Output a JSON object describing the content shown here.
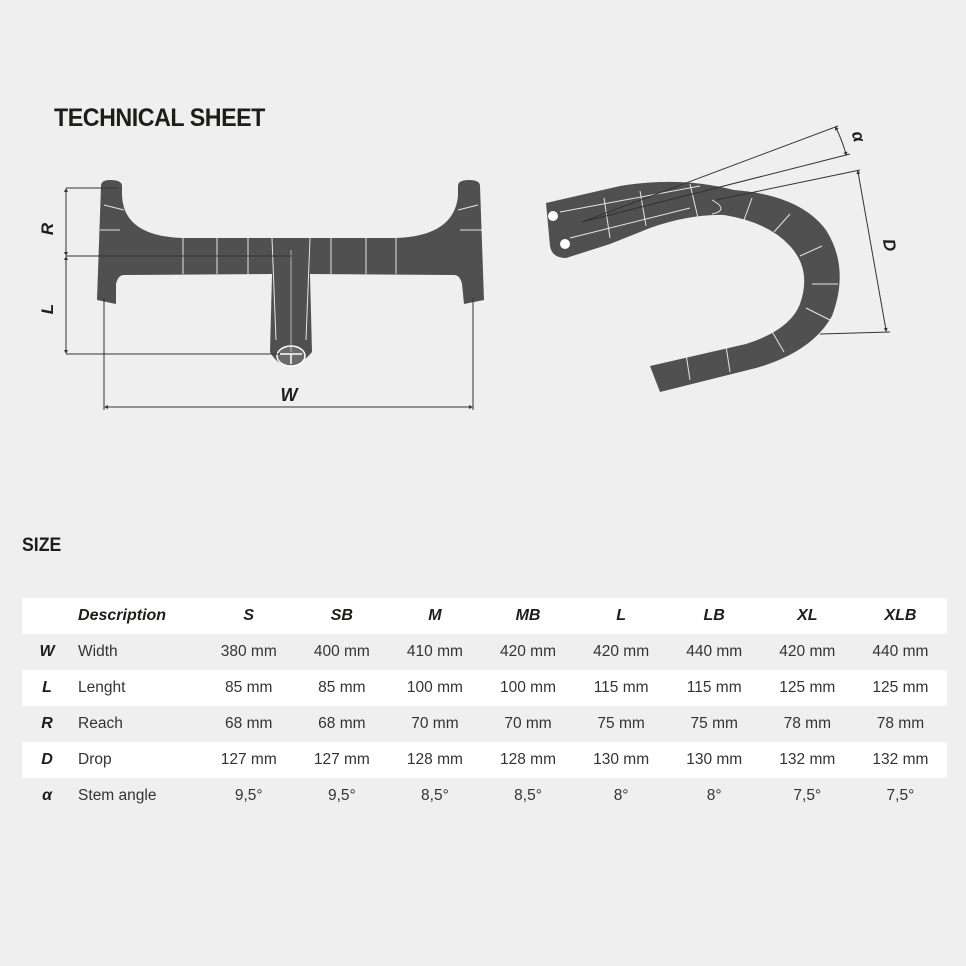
{
  "title": "TECHNICAL SHEET",
  "diagram": {
    "label_r": "R",
    "label_l": "L",
    "label_w": "W",
    "label_d": "D",
    "label_a": "α"
  },
  "size_title": "SIZE",
  "table": {
    "headers": [
      "Description",
      "S",
      "SB",
      "M",
      "MB",
      "L",
      "LB",
      "XL",
      "XLB"
    ],
    "rows": [
      {
        "sym": "W",
        "desc": "Width",
        "values": [
          "380 mm",
          "400 mm",
          "410 mm",
          "420 mm",
          "420 mm",
          "440 mm",
          "420 mm",
          "440 mm"
        ]
      },
      {
        "sym": "L",
        "desc": "Lenght",
        "values": [
          "85 mm",
          "85 mm",
          "100 mm",
          "100 mm",
          "115 mm",
          "115 mm",
          "125 mm",
          "125 mm"
        ]
      },
      {
        "sym": "R",
        "desc": "Reach",
        "values": [
          "68 mm",
          "68 mm",
          "70 mm",
          "70 mm",
          "75 mm",
          "75 mm",
          "78 mm",
          "78 mm"
        ]
      },
      {
        "sym": "D",
        "desc": "Drop",
        "values": [
          "127 mm",
          "127 mm",
          "128 mm",
          "128 mm",
          "130 mm",
          "130 mm",
          "132 mm",
          "132 mm"
        ]
      },
      {
        "sym": "α",
        "desc": "Stem angle",
        "values": [
          "9,5°",
          "9,5°",
          "8,5°",
          "8,5°",
          "8°",
          "8°",
          "7,5°",
          "7,5°"
        ]
      }
    ]
  },
  "colors": {
    "background": "#f0efef",
    "bar": "#505050",
    "stripe": "#ffffff"
  }
}
